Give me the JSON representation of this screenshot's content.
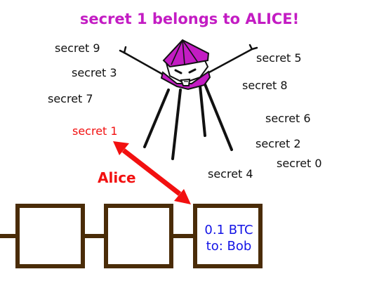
{
  "headline": "secret 1 belongs to ALICE!",
  "secrets": [
    {
      "id": "s9",
      "label": "secret 9"
    },
    {
      "id": "s3",
      "label": "secret 3"
    },
    {
      "id": "s7",
      "label": "secret 7"
    },
    {
      "id": "s1",
      "label": "secret 1"
    },
    {
      "id": "s5",
      "label": "secret 5"
    },
    {
      "id": "s8",
      "label": "secret 8"
    },
    {
      "id": "s6",
      "label": "secret 6"
    },
    {
      "id": "s2",
      "label": "secret 2"
    },
    {
      "id": "s0",
      "label": "secret 0"
    },
    {
      "id": "s4",
      "label": "secret 4"
    }
  ],
  "owner_label": "Alice",
  "transaction": {
    "line1": "0.1 BTC",
    "line2": "to: Bob"
  },
  "colors": {
    "headline": "#c31cc3",
    "highlight": "#f21010",
    "chain": "#4a2c08",
    "tx_text": "#1414e6",
    "robot_hat": "#c31cc3"
  },
  "icons": {
    "robot": "oracle-robot-icon",
    "arrow": "double-headed-arrow-icon"
  }
}
